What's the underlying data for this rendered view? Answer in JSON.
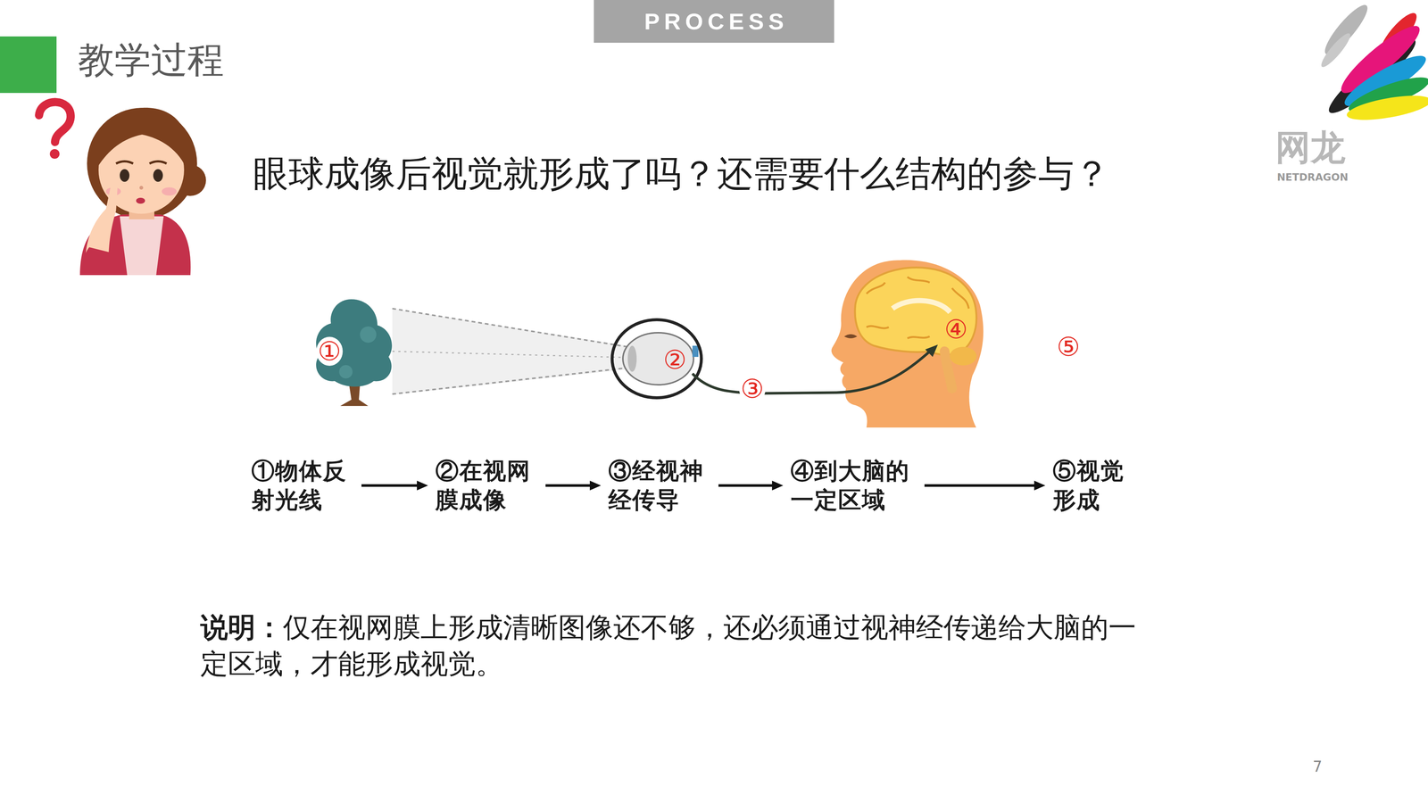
{
  "diagram": {
    "title": "教学过程",
    "nodes": [
      {
        "text": [
          "①物体反 射光线"
        ]
      },
      {
        "text": [
          "②在视网 膜成像"
        ]
      },
      {
        "text": [
          "③经视神 经传导"
        ]
      },
      {
        "text": [
          "④到大脑的 一定区域"
        ]
      },
      {
        "text": [
          "⑤视觉 形成"
        ]
      }
    ],
    "edges": [
      {
        "from": 0,
        "to": 1,
        "arrow": "to"
      },
      {
        "from": 1,
        "to": 2,
        "arrow": "to"
      },
      {
        "from": 2,
        "to": 3,
        "arrow": "to"
      },
      {
        "from": 3,
        "to": 4,
        "arrow": "to"
      }
    ],
    "labels": [
      "PROCESS",
      "网龙",
      "NETDRAGON",
      "眼球成像后视觉就形成了吗？还需要什么结构的参与？",
      "①",
      "②",
      "③",
      "④",
      "⑤",
      "说明：",
      "仅在视网膜上形成清晰图像还不够，还必须通过视神经传递给大脑的一定区域，才能形成视觉。",
      "7"
    ]
  }
}
